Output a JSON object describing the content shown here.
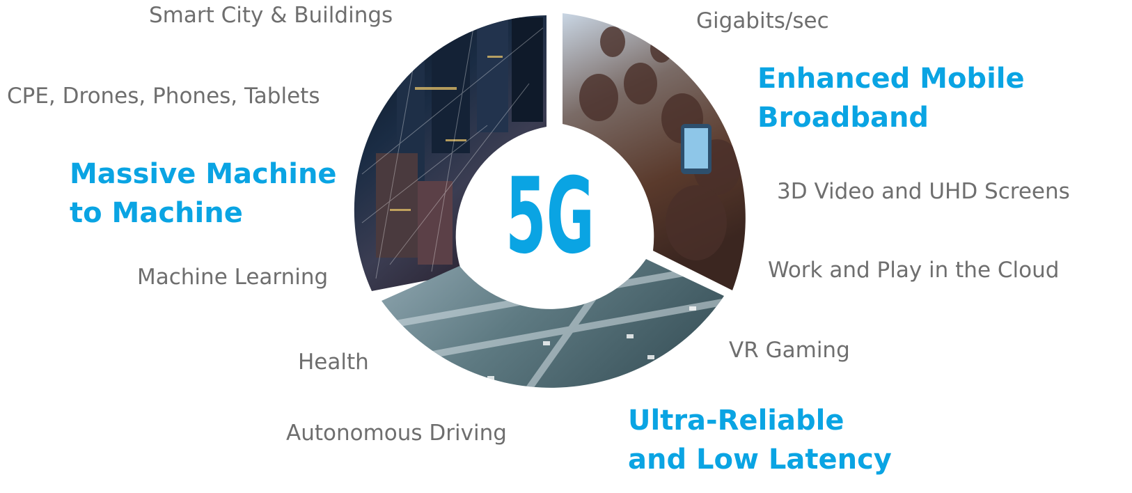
{
  "center": {
    "label": "5G"
  },
  "categories": {
    "embb": {
      "line1": "Enhanced Mobile",
      "line2": "Broadband"
    },
    "mmtc": {
      "line1": "Massive Machine",
      "line2": "to Machine"
    },
    "urllc": {
      "line1": "Ultra-Reliable",
      "line2": "and Low Latency"
    }
  },
  "use_cases": {
    "smart_city": "Smart City & Buildings",
    "cpe_devices": "CPE, Drones, Phones, Tablets",
    "machine_learning": "Machine Learning",
    "health": "Health",
    "autonomous_driving": "Autonomous Driving",
    "gigabits": "Gigabits/sec",
    "video_uhd": "3D Video and UHD Screens",
    "cloud": "Work and Play in the Cloud",
    "vr_gaming": "VR Gaming"
  },
  "colors": {
    "accent": "#0aa4e3",
    "label_gray": "#6e6e6e"
  },
  "segments": [
    {
      "id": "city",
      "image": "city-aerial-night"
    },
    {
      "id": "crowd",
      "image": "crowd-with-phone"
    },
    {
      "id": "highway",
      "image": "highway-interchange"
    }
  ]
}
